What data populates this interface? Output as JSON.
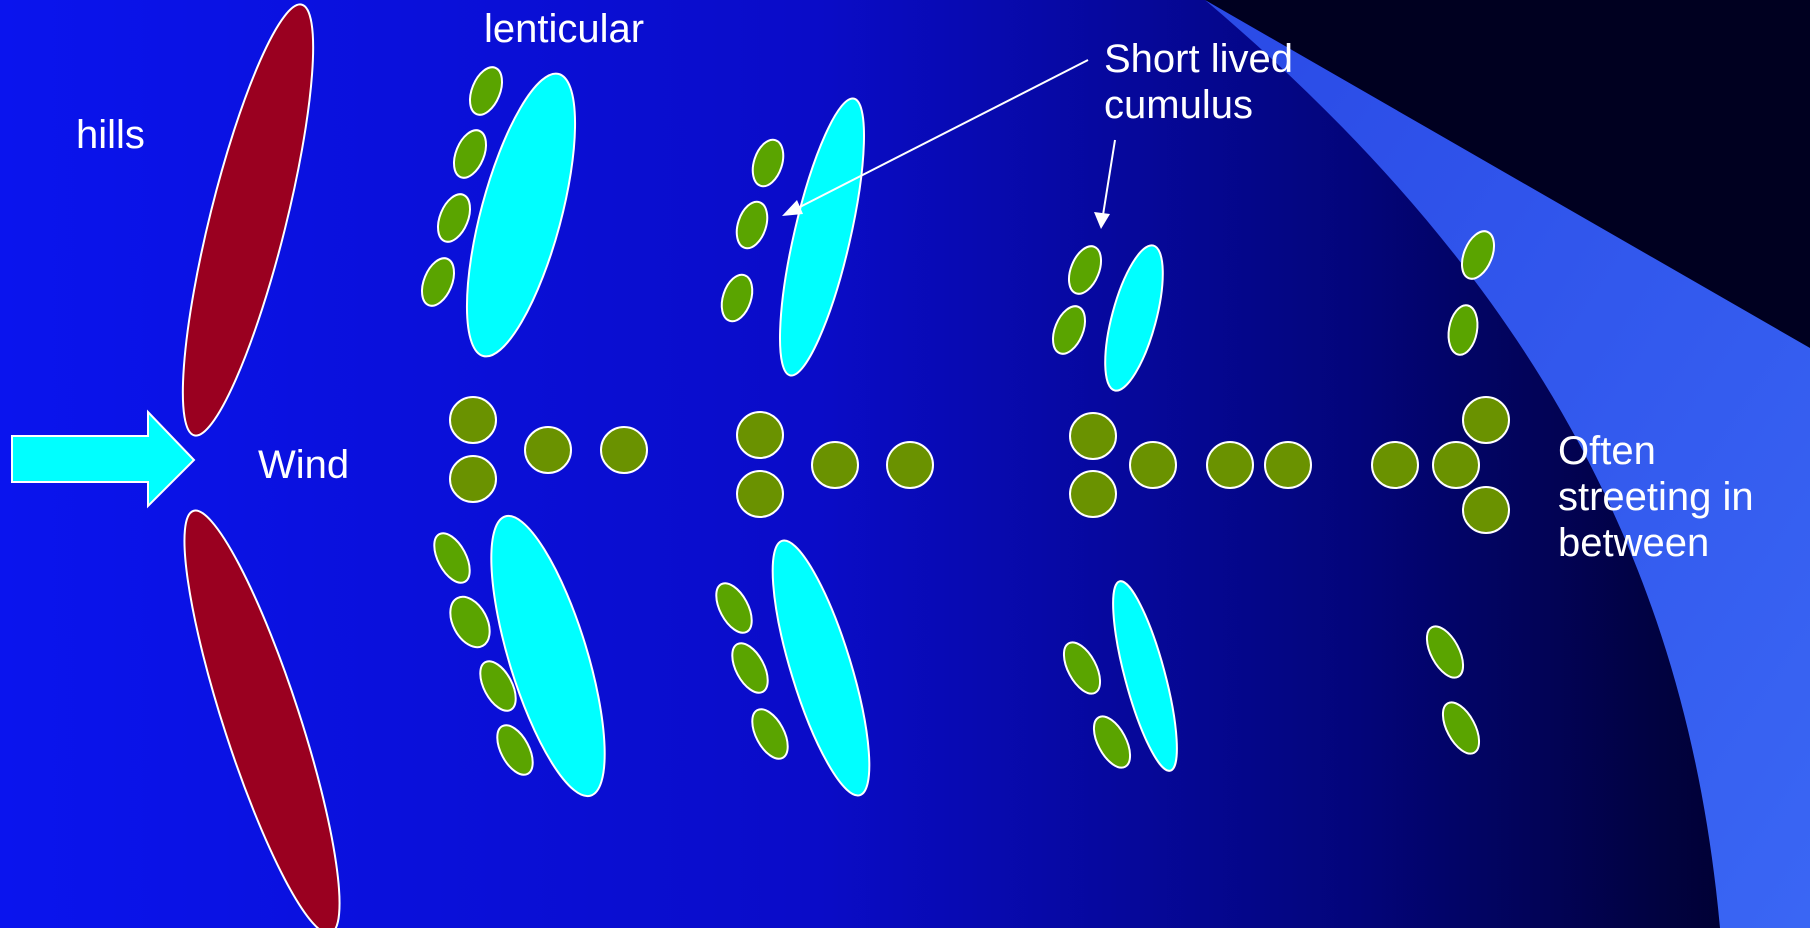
{
  "labels": {
    "lenticular": "lenticular",
    "hills": "hills",
    "wind": "Wind",
    "short_lived": [
      "Short lived",
      "cumulus"
    ],
    "often_streeting": [
      "Often",
      "streeting in",
      "between"
    ]
  },
  "colors": {
    "background_left": "#0a14ee",
    "background_right": "#000024",
    "accent_band": "#3a60f0",
    "hill": "#9a0020",
    "lenticular_cloud": "#00ffff",
    "cumulus": "#5aa400",
    "streeting_cumulus": "#6a9200",
    "wind_arrow": "#00ffff",
    "outline": "#ffffff"
  }
}
